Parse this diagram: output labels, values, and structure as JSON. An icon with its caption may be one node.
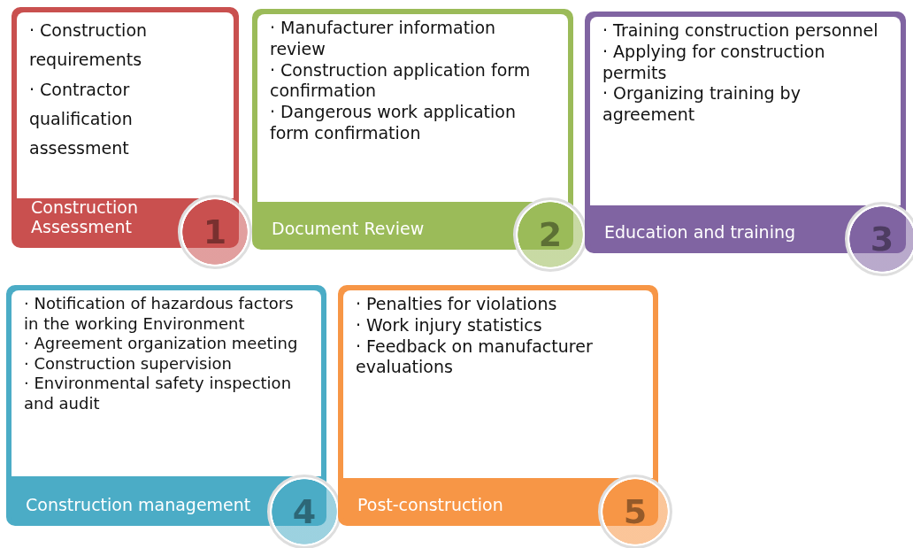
{
  "diagram": {
    "nodes": [
      {
        "text": [
          "· Construction requirements",
          "· Contractor qualification assessment",
          "Construction Assessment"
        ]
      },
      {
        "text": [
          "1"
        ]
      },
      {
        "text": [
          "· Manufacturer information review",
          "· Construction application form confirmation",
          "· Dangerous work application form confirmation",
          "Document Review"
        ]
      },
      {
        "text": [
          "2"
        ]
      },
      {
        "text": [
          "· Training construction personnel",
          "· Applying for construction permits",
          "· Organizing training by agreement",
          "Education and training"
        ]
      },
      {
        "text": [
          "3"
        ]
      },
      {
        "text": [
          "· Notification of hazardous factors in the working Environment",
          "· Agreement organization meeting",
          "· Construction supervision",
          "· Environmental safety inspection and audit",
          "Construction management"
        ]
      },
      {
        "text": [
          "4"
        ]
      },
      {
        "text": [
          "· Penalties for violations",
          "· Work injury statistics",
          "· Feedback on manufacturer evaluations",
          "Post-construction"
        ]
      },
      {
        "text": [
          "5"
        ]
      }
    ],
    "edges": []
  }
}
